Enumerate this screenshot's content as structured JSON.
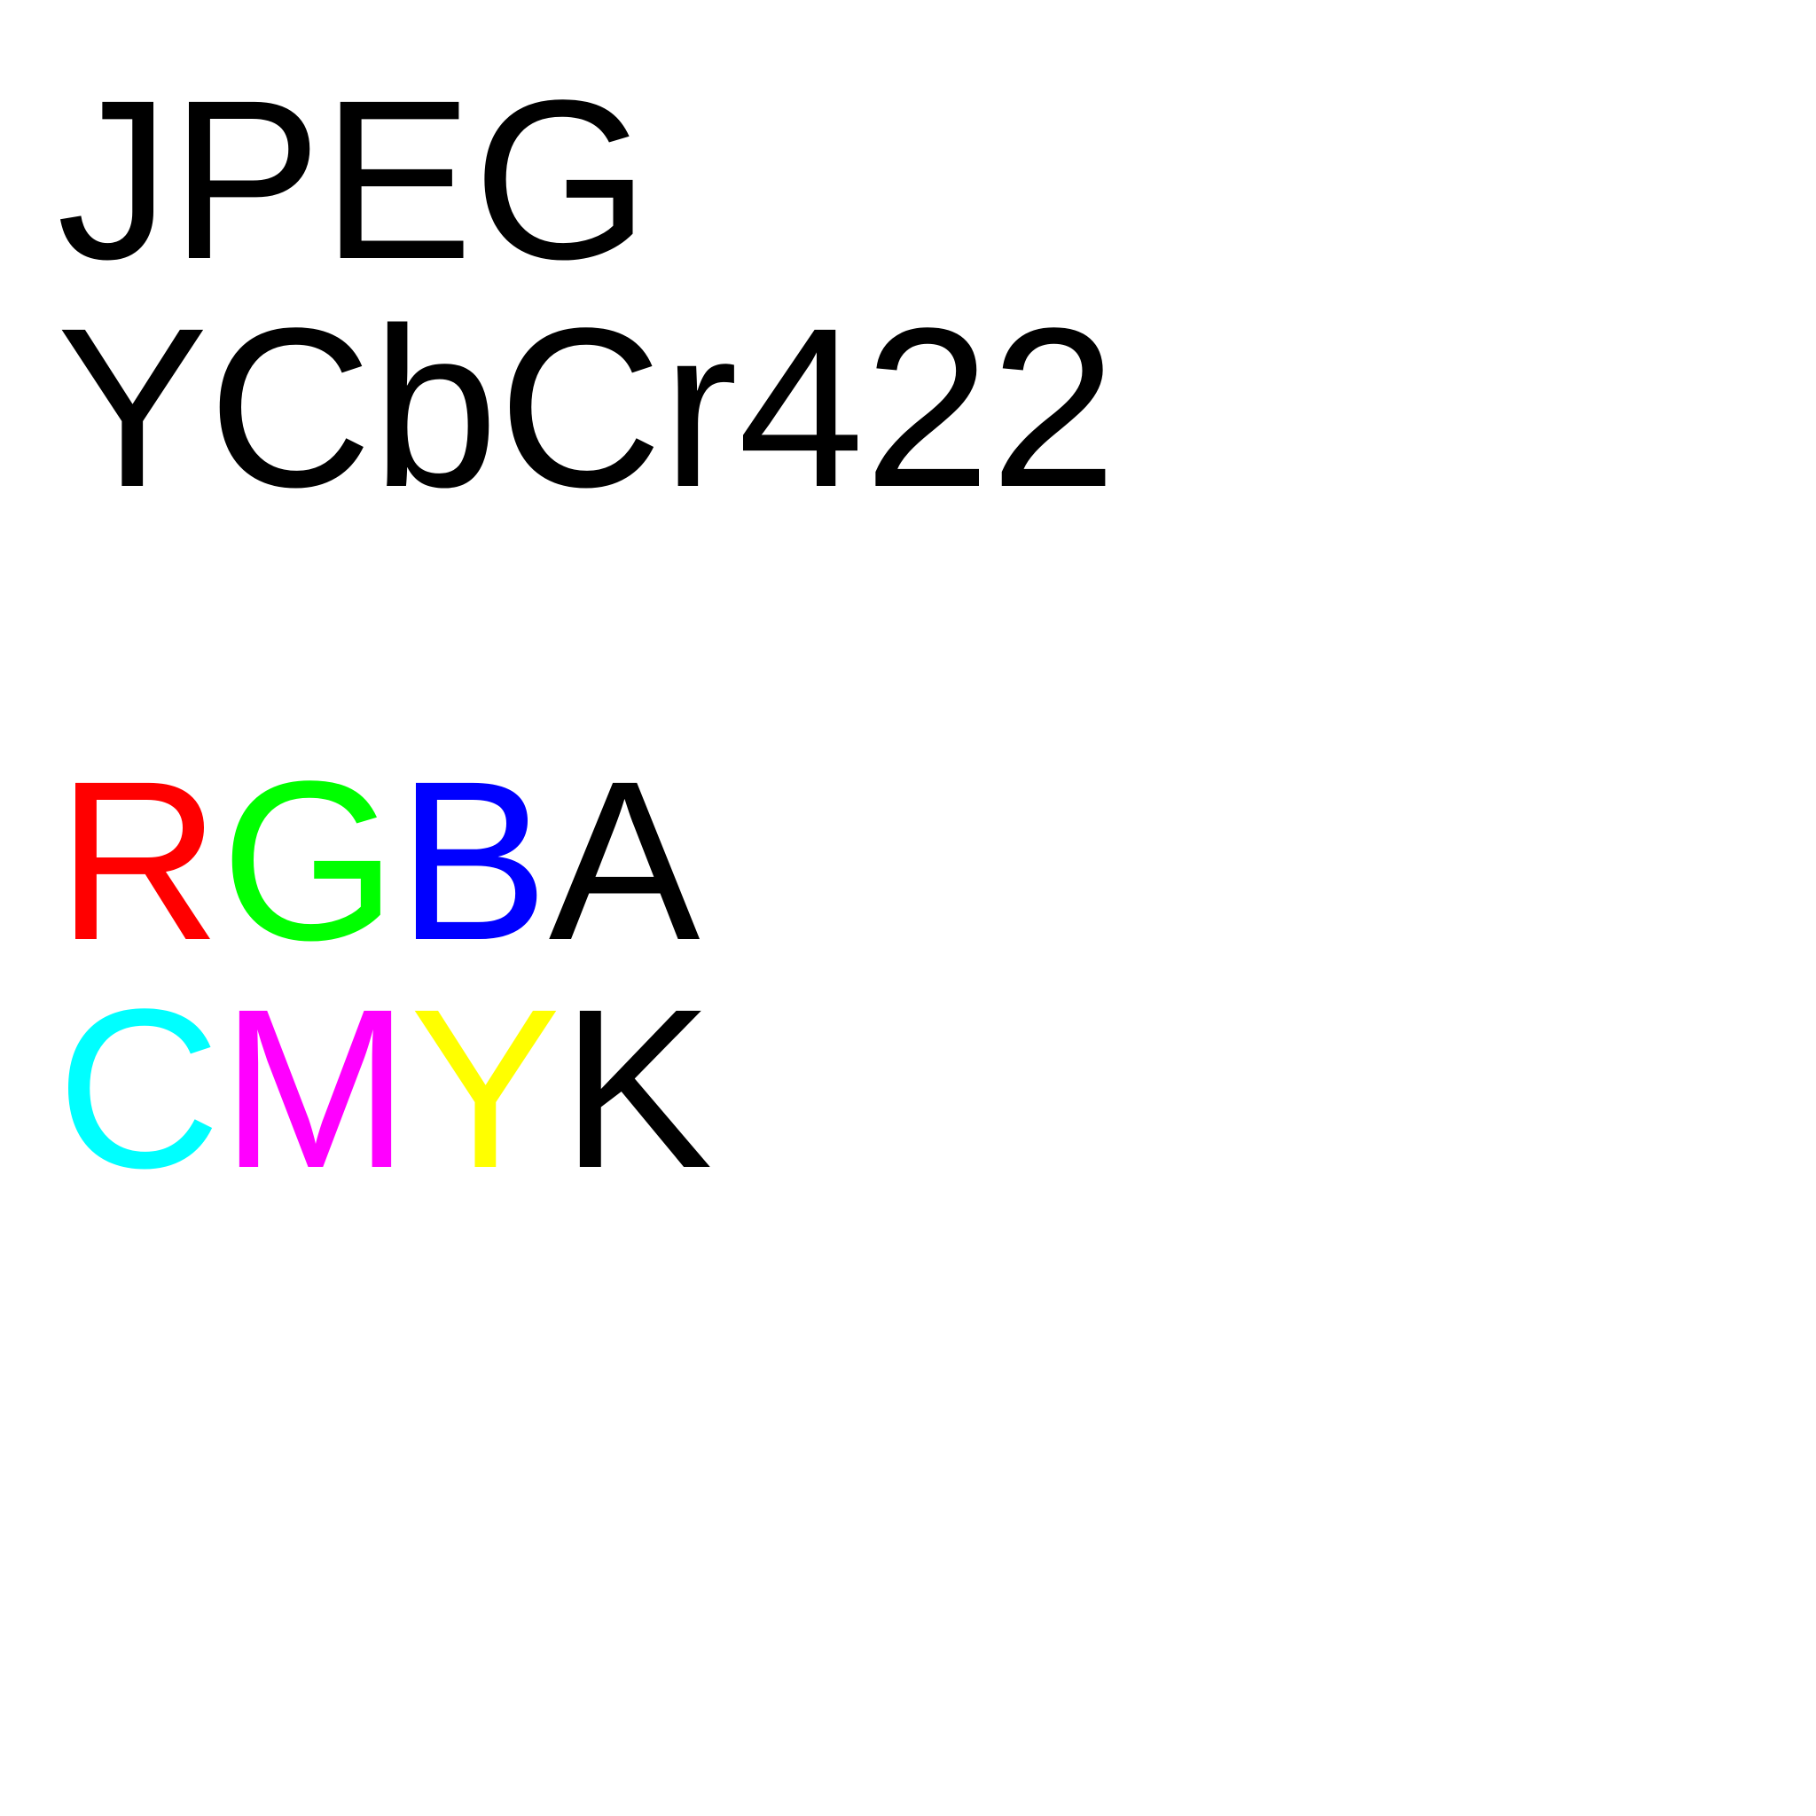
{
  "format_label": "JPEG",
  "subsampling_label": "YCbCr422",
  "rgba": [
    {
      "letter": "R",
      "color": "#ff0000"
    },
    {
      "letter": "G",
      "color": "#00ff00"
    },
    {
      "letter": "B",
      "color": "#0000ff"
    },
    {
      "letter": "A",
      "color": "#000000"
    }
  ],
  "cmyk": [
    {
      "letter": "C",
      "color": "#00ffff"
    },
    {
      "letter": "M",
      "color": "#ff00ff"
    },
    {
      "letter": "Y",
      "color": "#ffff00"
    },
    {
      "letter": "K",
      "color": "#000000"
    }
  ]
}
